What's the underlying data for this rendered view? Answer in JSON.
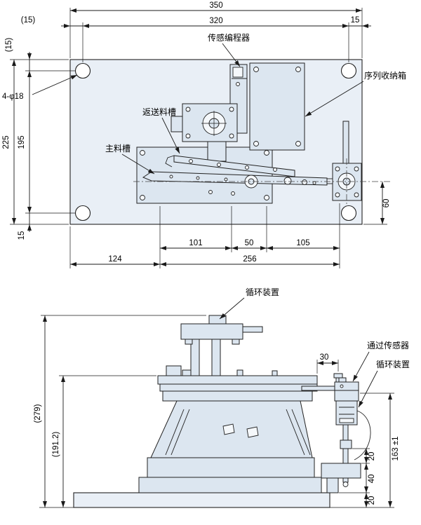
{
  "top_view": {
    "labels": {
      "sensor_programmer": "传感编程器",
      "sequence_box": "序列收纳箱",
      "holes": "4-φ18",
      "return_chute": "返送料槽",
      "main_chute": "主料槽"
    },
    "dims": {
      "overall_width": "350",
      "left_margin": "(15)",
      "hole_pitch_w": "320",
      "right_margin": "15",
      "top_margin": "(15)",
      "overall_depth": "225",
      "hole_pitch_d": "195",
      "bottom_margin": "15",
      "outlet_offset": "60",
      "chute_seg1": "101",
      "chute_seg2": "50",
      "chute_seg3": "105",
      "base_left": "124",
      "base_right": "256"
    }
  },
  "side_view": {
    "labels": {
      "circulator_top": "循环装置",
      "pass_sensor": "通过传感器",
      "circulator_side": "循环装置"
    },
    "dims": {
      "total_height": "(279)",
      "rail_height": "(191.2)",
      "sensor_offset": "30",
      "sensor_height": "163 ±1",
      "step_top": "20",
      "step_mid": "40",
      "step_bottom": "20"
    }
  }
}
